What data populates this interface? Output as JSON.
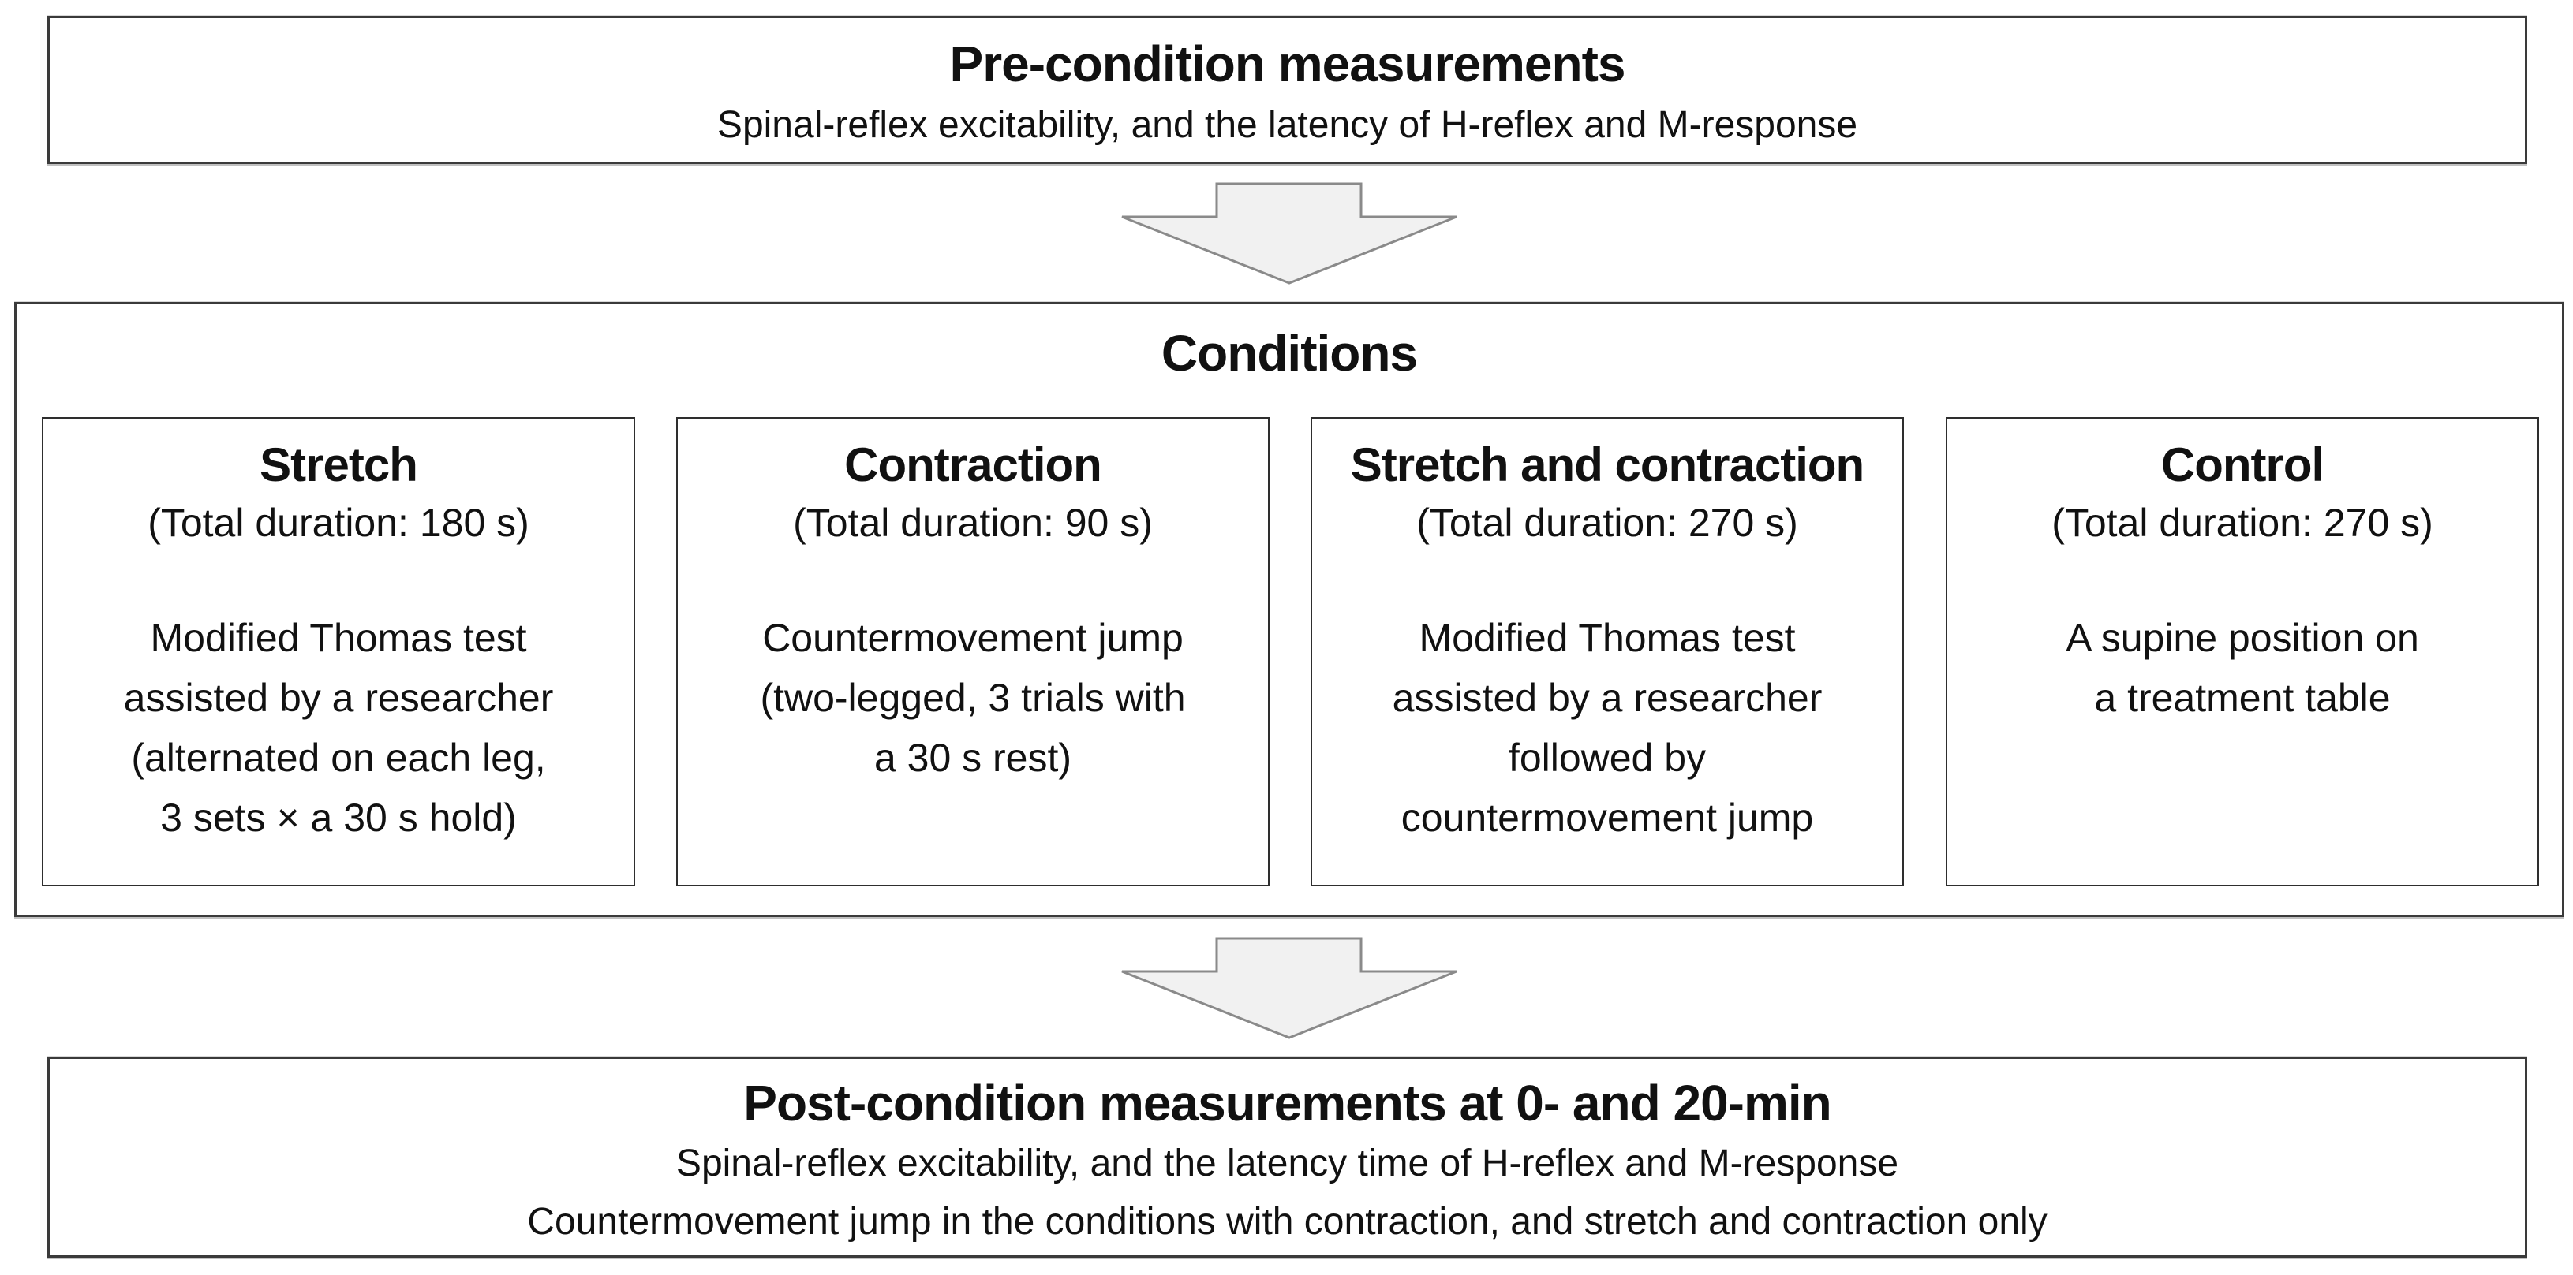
{
  "figure": {
    "kind": "experimental-protocol-flowchart"
  },
  "pre_box": {
    "title": "Pre-condition measurements",
    "subtitle": "Spinal-reflex excitability, and the latency of H-reflex and M-response"
  },
  "conditions": {
    "title": "Conditions",
    "boxes": [
      {
        "title": "Stretch",
        "duration": "(Total duration: 180 s)",
        "lines": [
          "Modified Thomas test",
          "assisted by a researcher",
          "(alternated on each leg,",
          "3 sets × a 30 s hold)"
        ]
      },
      {
        "title": "Contraction",
        "duration": "(Total duration: 90 s)",
        "lines": [
          "Countermovement jump",
          "(two-legged, 3 trials with",
          "a 30 s rest)"
        ]
      },
      {
        "title": "Stretch and contraction",
        "duration": "(Total duration: 270 s)",
        "lines": [
          "Modified Thomas test",
          "assisted by a researcher",
          "followed by",
          "countermovement jump"
        ]
      },
      {
        "title": "Control",
        "duration": "(Total duration: 270 s)",
        "lines": [
          "A supine position on",
          "a treatment table"
        ]
      }
    ]
  },
  "post_box": {
    "title": "Post-condition measurements at 0- and 20-min",
    "line1": "Spinal-reflex excitability, and the latency time of H-reflex and M-response",
    "line2": "Countermovement jump in the conditions with contraction, and stretch and contraction only"
  },
  "icons": {
    "down_arrow": "block-down-arrow"
  },
  "colors": {
    "background": "#ffffff",
    "box_border": "#3a3a3a",
    "inner_box_border": "#2e2e2e",
    "text": "#111111",
    "arrow_fill": "#f1f1f1",
    "arrow_stroke": "#8a8a8a"
  }
}
